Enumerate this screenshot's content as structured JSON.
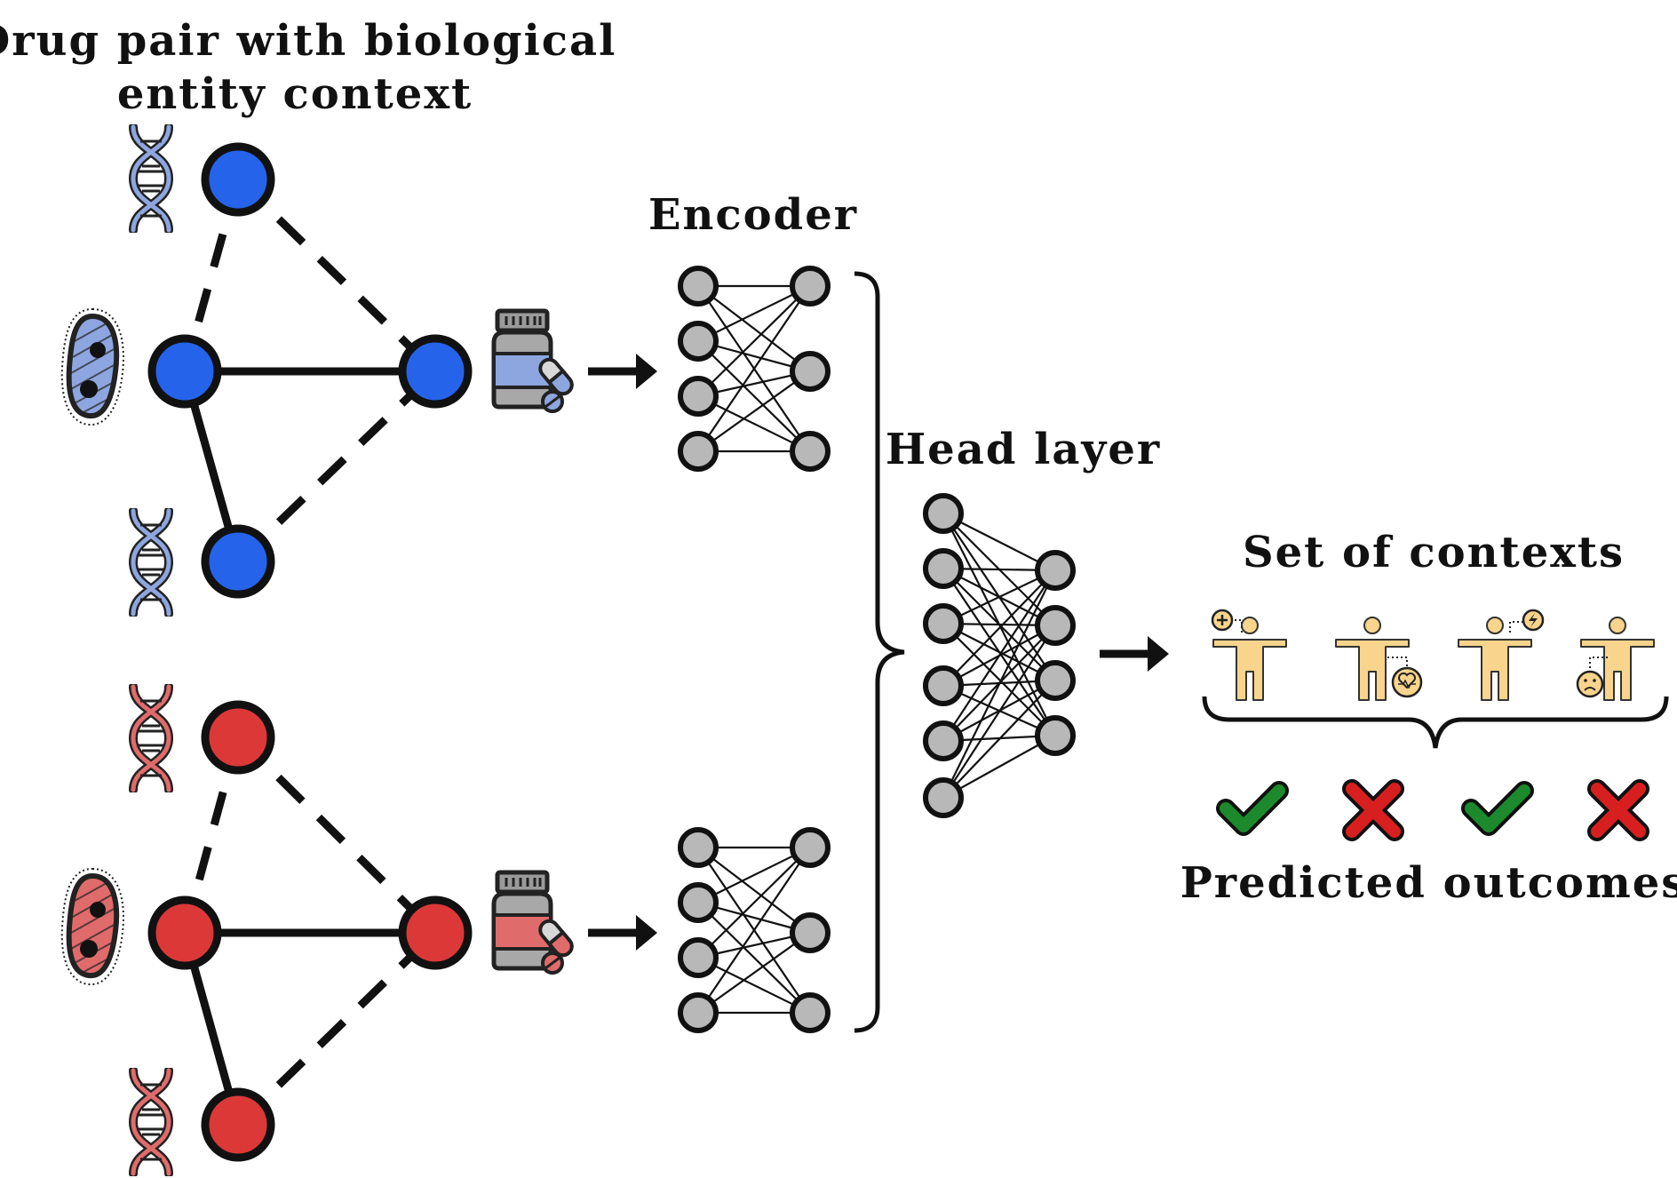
{
  "labels": {
    "input_title_line1": "Drug pair with biological",
    "input_title_line2": "entity context",
    "encoder": "Encoder",
    "head_layer": "Head layer",
    "contexts": "Set of contexts",
    "outcomes": "Predicted outcomes"
  },
  "colors": {
    "drug_a_node": "#2563eb",
    "drug_a_icon": "#8ea6df",
    "drug_b_node": "#dc3838",
    "drug_b_icon": "#e06b6b",
    "nn_node": "#b8b8b8",
    "person": "#f8d48c",
    "check": "#1c8a2c",
    "cross": "#d81f1f"
  },
  "icons": {
    "gene": "dna-icon",
    "cell": "cell-icon",
    "drug": "pill-bottle-icon",
    "person": "person-icon",
    "check": "checkmark-icon",
    "cross": "cross-icon"
  },
  "outcomes": [
    "check",
    "cross",
    "check",
    "cross"
  ]
}
